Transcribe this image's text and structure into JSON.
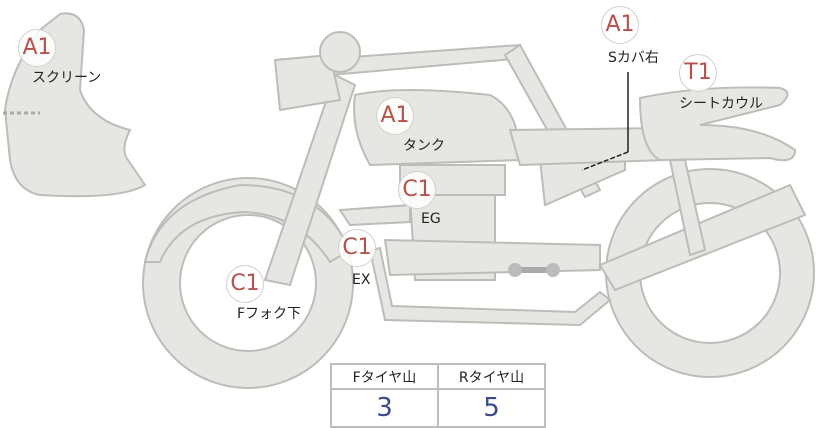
{
  "labels": [
    {
      "code": "A1",
      "part": "スクリーン"
    },
    {
      "code": "A1",
      "part": "タンク"
    },
    {
      "code": "C1",
      "part": "EG"
    },
    {
      "code": "C1",
      "part": "EX"
    },
    {
      "code": "C1",
      "part": "Fフォク下"
    },
    {
      "code": "A1",
      "part": "Sカバ右"
    },
    {
      "code": "T1",
      "part": "シートカウル"
    }
  ],
  "tire_table": {
    "headers": [
      "Fタイヤ山",
      "Rタイヤ山"
    ],
    "values": [
      "3",
      "5"
    ]
  },
  "colors": {
    "code": "#b4524c",
    "value": "#3a4a8a",
    "part_fill": "#e6e6e2"
  }
}
